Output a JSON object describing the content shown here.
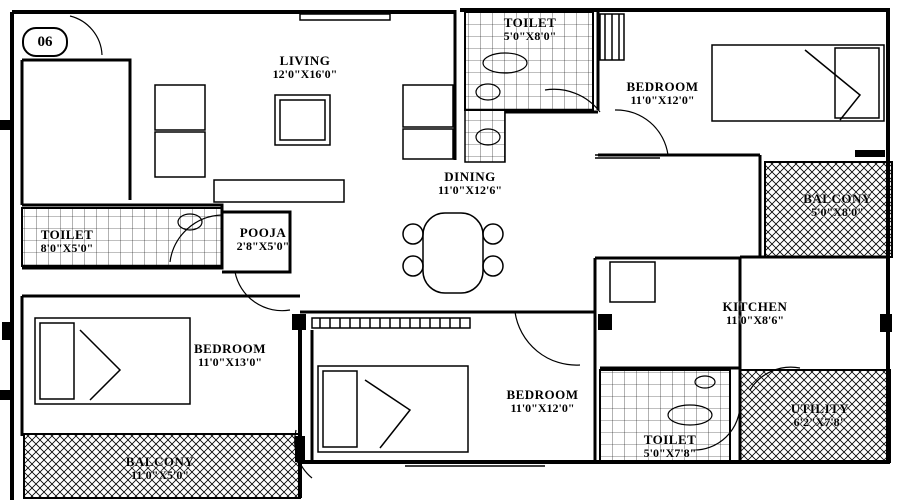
{
  "plan": {
    "unit_number": "06",
    "rooms": [
      {
        "id": "living",
        "name": "LIVING",
        "dim": "12'0\"X16'0\""
      },
      {
        "id": "dining",
        "name": "DINING",
        "dim": "11'0\"X12'6\""
      },
      {
        "id": "toilet-top",
        "name": "TOILET",
        "dim": "5'0\"X8'0\""
      },
      {
        "id": "bedroom-top",
        "name": "BEDROOM",
        "dim": "11'0\"X12'0\""
      },
      {
        "id": "balcony-right",
        "name": "BALCONY",
        "dim": "5'0\"X8'0\""
      },
      {
        "id": "toilet-left",
        "name": "TOILET",
        "dim": "8'0\"X5'0\""
      },
      {
        "id": "pooja",
        "name": "POOJA",
        "dim": "2'8\"X5'0\""
      },
      {
        "id": "kitchen",
        "name": "KITCHEN",
        "dim": "11'0\"X8'6\""
      },
      {
        "id": "bedroom-left",
        "name": "BEDROOM",
        "dim": "11'0\"X13'0\""
      },
      {
        "id": "bedroom-middle",
        "name": "BEDROOM",
        "dim": "11'0\"X12'0\""
      },
      {
        "id": "utility",
        "name": "UTILITY",
        "dim": "6'2\"X7'8\""
      },
      {
        "id": "toilet-bottom",
        "name": "TOILET",
        "dim": "5'0\"X7'8\""
      },
      {
        "id": "balcony-bottom",
        "name": "BALCONY",
        "dim": "11'0\"X5'0\""
      }
    ]
  },
  "colors": {
    "wall": "#000000",
    "paper": "#ffffff"
  }
}
